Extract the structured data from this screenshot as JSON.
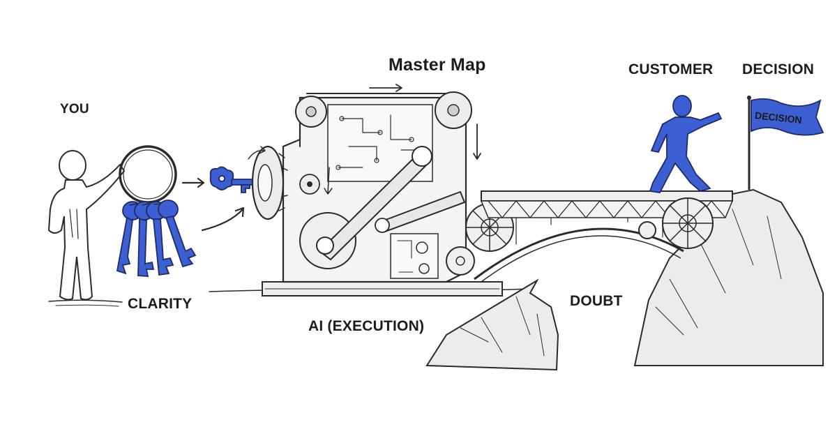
{
  "labels": {
    "you": "YOU",
    "clarity": "CLARITY",
    "master_map": "Master Map",
    "ai_execution": "AI (EXECUTION)",
    "doubt": "DOUBT",
    "customer": "CUSTOMER",
    "decision": "DECISION"
  },
  "flag": {
    "text": "DECISION"
  },
  "colors": {
    "ink": "#2a2a2a",
    "accent_blue": "#3c5fd4",
    "machine_fill": "#f3f3f3",
    "rock_fill": "#ececec"
  },
  "icons": [
    "person-you-icon",
    "key-ring-icon",
    "key-icon",
    "machine-icon",
    "bridge-icon",
    "person-customer-icon",
    "flag-icon",
    "arrow-icon"
  ]
}
